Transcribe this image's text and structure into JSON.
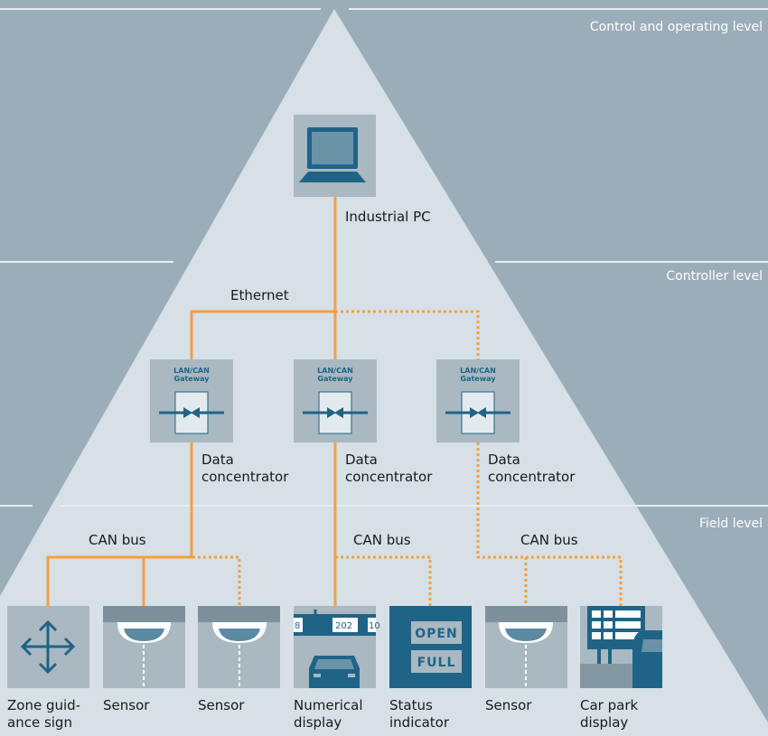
{
  "levels": {
    "control": "Control and operating level",
    "controller": "Controller level",
    "field": "Field level"
  },
  "pc": {
    "label": "Industrial PC"
  },
  "network": {
    "ethernet": "Ethernet",
    "can_bus_1": "CAN bus",
    "can_bus_2": "CAN bus",
    "can_bus_3": "CAN bus"
  },
  "gateways": [
    {
      "title_line1": "LAN/CAN",
      "title_line2": "Gateway",
      "caption_line1": "Data",
      "caption_line2": "concentrator"
    },
    {
      "title_line1": "LAN/CAN",
      "title_line2": "Gateway",
      "caption_line1": "Data",
      "caption_line2": "concentrator"
    },
    {
      "title_line1": "LAN/CAN",
      "title_line2": "Gateway",
      "caption_line1": "Data",
      "caption_line2": "concentrator"
    }
  ],
  "devices": [
    {
      "line1": "Zone guid-",
      "line2": "ance sign",
      "icon": "zone-guidance-sign-icon"
    },
    {
      "line1": "Sensor",
      "line2": "",
      "icon": "sensor-icon"
    },
    {
      "line1": "Sensor",
      "line2": "",
      "icon": "sensor-icon"
    },
    {
      "line1": "Numerical",
      "line2": "display",
      "icon": "numerical-display-icon"
    },
    {
      "line1": "Status",
      "line2": "indicator",
      "icon": "status-indicator-icon"
    },
    {
      "line1": "Sensor",
      "line2": "",
      "icon": "sensor-icon"
    },
    {
      "line1": "Car park",
      "line2": "display",
      "icon": "car-park-display-icon"
    }
  ],
  "numerical_display": {
    "left": "8",
    "middle": "202",
    "right": "10"
  },
  "status_indicator": {
    "open": "OPEN",
    "full": "FULL"
  },
  "colors": {
    "background": "#9badb8",
    "pyramid": "#d6e0e6",
    "tile": "#a9b8c1",
    "accent_blue": "#1f6486",
    "line_orange": "#f5a03c"
  }
}
